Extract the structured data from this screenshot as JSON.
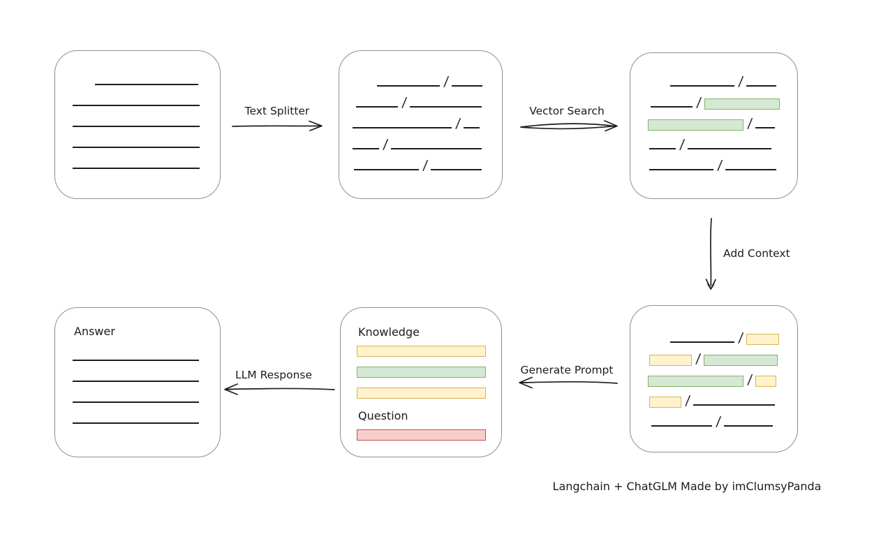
{
  "diagram": {
    "credit": "Langchain + ChatGLM Made by imClumsyPanda",
    "colors": {
      "yellow_fill": "#fff2cc",
      "yellow_border": "#d6b656",
      "green_fill": "#d5e8d4",
      "green_border": "#82b366",
      "red_fill": "#f8cecc",
      "red_border": "#b85450",
      "box_border": "#8f8f8f",
      "line": "#1c1c1c"
    },
    "arrow_labels": {
      "text_splitter": "Text Splitter",
      "vector_search": "Vector Search",
      "add_context": "Add Context",
      "generate_prompt": "Generate Prompt",
      "llm_response": "LLM Response"
    },
    "boxes": {
      "document": {
        "rows": [
          [
            {
              "t": "sp",
              "w": 32
            },
            {
              "t": "line",
              "w": 148
            }
          ],
          [
            {
              "t": "line",
              "w": 182
            }
          ],
          [
            {
              "t": "line",
              "w": 182
            }
          ],
          [
            {
              "t": "line",
              "w": 182
            }
          ],
          [
            {
              "t": "line",
              "w": 182
            }
          ]
        ]
      },
      "split_text": {
        "rows": [
          [
            {
              "t": "sp",
              "w": 35
            },
            {
              "t": "line",
              "w": 90
            },
            {
              "t": "slash"
            },
            {
              "t": "line",
              "w": 44
            }
          ],
          [
            {
              "t": "sp",
              "w": 5
            },
            {
              "t": "line",
              "w": 60
            },
            {
              "t": "slash"
            },
            {
              "t": "line",
              "w": 103
            }
          ],
          [
            {
              "t": "line",
              "w": 142
            },
            {
              "t": "slash"
            },
            {
              "t": "line",
              "w": 23
            }
          ],
          [
            {
              "t": "line",
              "w": 38
            },
            {
              "t": "slash"
            },
            {
              "t": "line",
              "w": 130
            }
          ],
          [
            {
              "t": "sp",
              "w": 2
            },
            {
              "t": "line",
              "w": 93
            },
            {
              "t": "slash"
            },
            {
              "t": "line",
              "w": 73
            }
          ]
        ]
      },
      "matched_text": {
        "rows": [
          [
            {
              "t": "sp",
              "w": 32
            },
            {
              "t": "line",
              "w": 92
            },
            {
              "t": "slash"
            },
            {
              "t": "line",
              "w": 43
            }
          ],
          [
            {
              "t": "sp",
              "w": 4
            },
            {
              "t": "line",
              "w": 60
            },
            {
              "t": "slash"
            },
            {
              "t": "bar",
              "c": "green",
              "w": 106
            }
          ],
          [
            {
              "t": "bar",
              "c": "green",
              "w": 135
            },
            {
              "t": "slash"
            },
            {
              "t": "line",
              "w": 28
            }
          ],
          [
            {
              "t": "sp",
              "w": 2
            },
            {
              "t": "line",
              "w": 38
            },
            {
              "t": "slash"
            },
            {
              "t": "line",
              "w": 120
            }
          ],
          [
            {
              "t": "sp",
              "w": 2
            },
            {
              "t": "line",
              "w": 92
            },
            {
              "t": "slash"
            },
            {
              "t": "line",
              "w": 73
            }
          ]
        ]
      },
      "context_text": {
        "rows": [
          [
            {
              "t": "sp",
              "w": 32
            },
            {
              "t": "line",
              "w": 92
            },
            {
              "t": "slash"
            },
            {
              "t": "bar",
              "c": "yellow",
              "w": 45
            }
          ],
          [
            {
              "t": "sp",
              "w": 2
            },
            {
              "t": "bar",
              "c": "yellow",
              "w": 59
            },
            {
              "t": "slash"
            },
            {
              "t": "bar",
              "c": "green",
              "w": 104
            }
          ],
          [
            {
              "t": "bar",
              "c": "green",
              "w": 135
            },
            {
              "t": "slash"
            },
            {
              "t": "bar",
              "c": "yellow",
              "w": 28
            }
          ],
          [
            {
              "t": "sp",
              "w": 2
            },
            {
              "t": "bar",
              "c": "yellow",
              "w": 44
            },
            {
              "t": "slash"
            },
            {
              "t": "line",
              "w": 117
            }
          ],
          [
            {
              "t": "sp",
              "w": 5
            },
            {
              "t": "line",
              "w": 87
            },
            {
              "t": "slash"
            },
            {
              "t": "line",
              "w": 70
            }
          ]
        ]
      },
      "prompt": {
        "knowledge_label": "Knowledge",
        "question_label": "Question",
        "knowledge_bars": [
          "yellow",
          "green",
          "yellow"
        ],
        "question_bars": [
          "red"
        ]
      },
      "answer": {
        "label": "Answer",
        "rows": [
          [
            {
              "t": "line",
              "w": 181
            }
          ],
          [
            {
              "t": "line",
              "w": 181
            }
          ],
          [
            {
              "t": "line",
              "w": 181
            }
          ],
          [
            {
              "t": "line",
              "w": 181
            }
          ]
        ]
      }
    }
  }
}
